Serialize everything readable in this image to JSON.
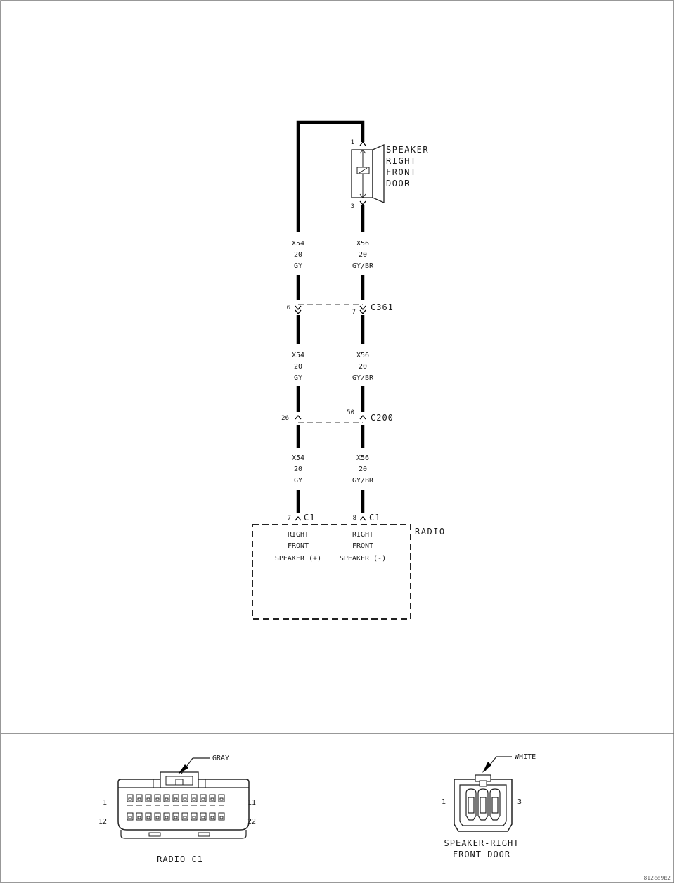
{
  "speaker": {
    "name_lines": [
      "SPEAKER-",
      "RIGHT",
      "FRONT",
      "DOOR"
    ],
    "pin_top": "1",
    "pin_bottom": "3"
  },
  "wires": {
    "left": {
      "circuit": "X54",
      "gauge": "20",
      "color": "GY"
    },
    "right": {
      "circuit": "X56",
      "gauge": "20",
      "color": "GY/BR"
    }
  },
  "connectors": {
    "c361": {
      "name": "C361",
      "left_cavity": "6",
      "right_cavity": "7"
    },
    "c200": {
      "name": "C200",
      "left_cavity": "26",
      "right_cavity": "50"
    },
    "c1": {
      "name": "C1",
      "left_cavity": "7",
      "right_cavity": "8"
    }
  },
  "radio": {
    "name": "RADIO",
    "left_pin_lines": [
      "RIGHT",
      "FRONT",
      "SPEAKER (+)"
    ],
    "right_pin_lines": [
      "RIGHT",
      "FRONT",
      "SPEAKER (-)"
    ]
  },
  "connector_views": {
    "radio_c1": {
      "title": "RADIO C1",
      "color": "GRAY",
      "pin_top_left": "1",
      "pin_top_right": "11",
      "pin_bottom_left": "12",
      "pin_bottom_right": "22"
    },
    "speaker": {
      "title_lines": [
        "SPEAKER-RIGHT",
        "FRONT DOOR"
      ],
      "color": "WHITE",
      "pin_left": "1",
      "pin_right": "3"
    }
  },
  "watermark": "812cd9b2"
}
